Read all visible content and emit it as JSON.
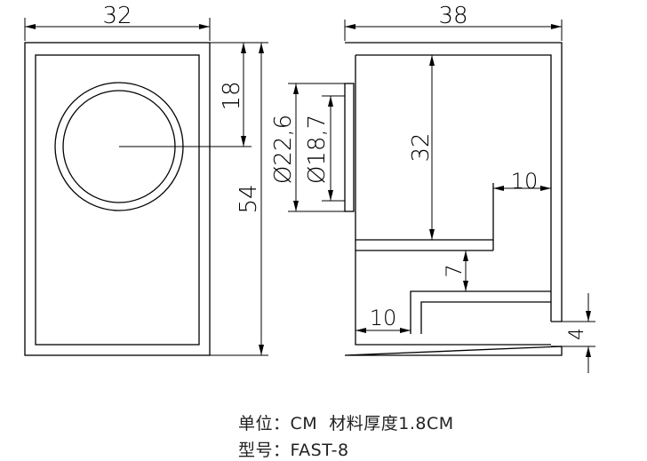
{
  "front_view": {
    "width_label": "32",
    "height_label": "54",
    "driver_offset_label": "18"
  },
  "side_view": {
    "depth_label": "38",
    "port_outer_diameter_label": "Ø22,6",
    "port_inner_diameter_label": "Ø18,7",
    "upper_depth_label": "32",
    "upper_gap_label": "10",
    "shelf_spacing_label": "7",
    "lower_gap_label": "10",
    "bottom_opening_label": "4"
  },
  "caption": {
    "unit_line": "单位：CM  材料厚度1.8CM",
    "model_line": "型号：FAST-8"
  }
}
